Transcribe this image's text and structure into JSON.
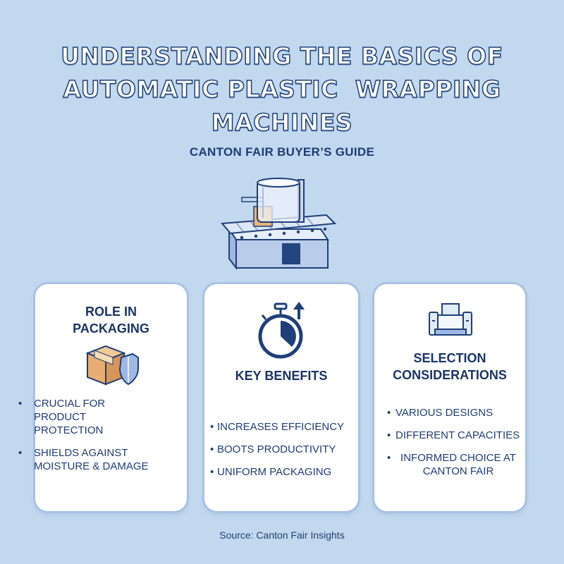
{
  "title": {
    "line1": "UNDERSTANDING THE BASICS OF",
    "line2": "AUTOMATIC PLASTIC  WRAPPING",
    "line3": "MACHINES"
  },
  "subtitle": "CANTON FAIR BUYER’S GUIDE",
  "hero_icon": "wrapping-machine-conveyor-icon",
  "cards": [
    {
      "heading_line1": "ROLE IN",
      "heading_line2": "PACKAGING",
      "icon": "box-with-shield-icon",
      "bullets": [
        "CRUCIAL FOR PRODUCT PROTECTION",
        "SHIELDS AGAINST MOISTURE & DAMAGE"
      ]
    },
    {
      "heading_line1": "KEY BENEFITS",
      "icon": "stopwatch-up-arrow-icon",
      "bullets": [
        "INCREASES EFFICIENCY",
        "BOOTS PRODUCTIVITY",
        "UNIFORM PACKAGING"
      ]
    },
    {
      "heading_line1": "SELECTION",
      "heading_line2": "CONSIDERATIONS",
      "icon": "machine-icon",
      "bullets": [
        "VARIOUS DESIGNS",
        "DIFFERENT CAPACITIES",
        "INFORMED CHOICE AT CANTON FAIR"
      ]
    }
  ],
  "source": "Source: Canton Fair Insights",
  "colors": {
    "background": "#c2d8ef",
    "navy": "#1b3466",
    "card": "#ffffff",
    "card_border": "#a7c2e3"
  }
}
